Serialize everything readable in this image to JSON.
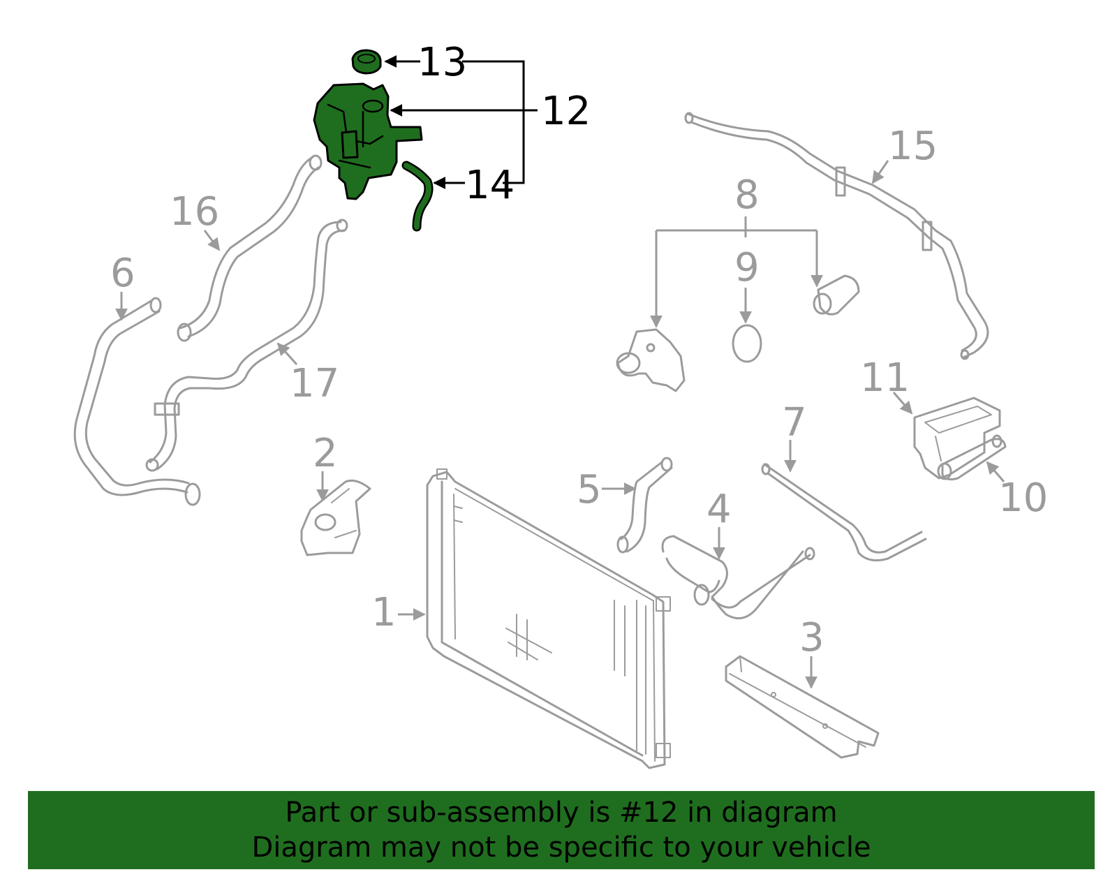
{
  "diagram": {
    "highlight_color": "#1f6e1f",
    "callout_color": "#9b9b9b",
    "highlight_text_color": "#000000",
    "callouts": {
      "c1": "1",
      "c2": "2",
      "c3": "3",
      "c4": "4",
      "c5": "5",
      "c6": "6",
      "c7": "7",
      "c8": "8",
      "c9": "9",
      "c10": "10",
      "c11": "11",
      "c12": "12",
      "c13": "13",
      "c14": "14",
      "c15": "15",
      "c16": "16",
      "c17": "17"
    },
    "highlighted_part": "12"
  },
  "footer": {
    "line1": "Part or sub-assembly is #12 in diagram",
    "line2": "Diagram may not be specific to your vehicle",
    "background": "#1f6e1f"
  }
}
